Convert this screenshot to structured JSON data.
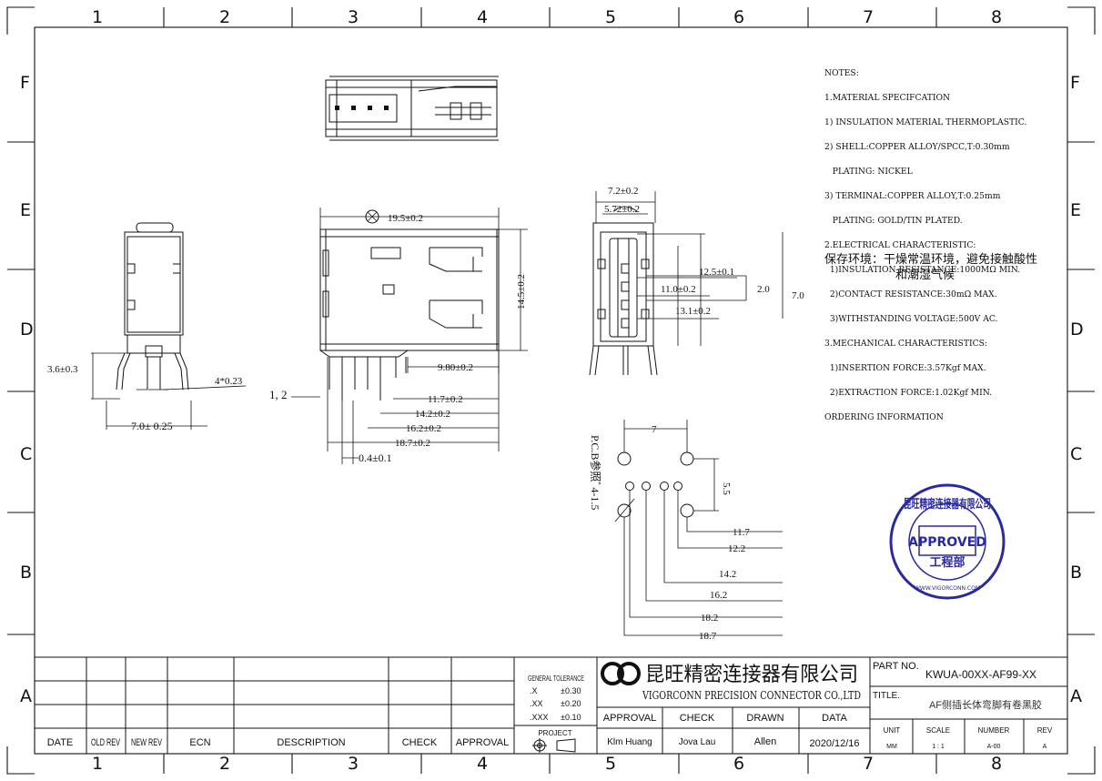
{
  "zones": {
    "columns": [
      "1",
      "2",
      "3",
      "4",
      "5",
      "6",
      "7",
      "8"
    ],
    "rows": [
      "F",
      "E",
      "D",
      "C",
      "B",
      "A"
    ]
  },
  "notes": [
    "NOTES:",
    "1.MATERIAL SPECIFCATION",
    "1) INSULATION MATERIAL THERMOPLASTIC.",
    "2) SHELL:COPPER ALLOY/SPCC,T:0.30mm",
    "   PLATING: NICKEL",
    "3) TERMINAL:COPPER ALLOY,T:0.25mm",
    "   PLATING: GOLD/TIN PLATED.",
    "2.ELECTRICAL CHARACTERISTIC:",
    "  1)INSULATION RESISTANCE:1000MΩ MIN.",
    "  2)CONTACT RESISTANCE:30mΩ MAX.",
    "  3)WITHSTANDING VOLTAGE:500V AC.",
    "3.MECHANICAL CHARACTERISTICS:",
    "  1)INSERTION FORCE:3.57Kgf MAX.",
    "  2)EXTRACTION FORCE:1.02Kgf MIN.",
    "ORDERING INFORMATION"
  ],
  "storage": {
    "line1": "保存环境：干燥常温环境，避免接触酸性",
    "line2": "和潮湿气候"
  },
  "dims": {
    "side_width": "7.0± 0.25",
    "side_3_6": "3.6±0.3",
    "side_pin": "4*0.23",
    "front_19_5": "19.5±0.2",
    "front_14_5": "14.5±0.2",
    "front_9_80": "9.80±0.2",
    "front_11_7": "11.7±0.2",
    "front_14_2": "14.2±0.2",
    "front_16_2": "16.2±0.2",
    "front_18_7": "18.7±0.2",
    "front_0_4": "0.4±0.1",
    "front_pins": "1, 2",
    "end_7_2": "7.2±0.2",
    "end_5_72": "5.72±0.2",
    "end_12_5": "12.5±0.1",
    "end_11_0": "11.0±0.2",
    "end_2_0": "2.0",
    "end_7_0": "7.0",
    "end_13_1": "13.1±0.2",
    "pcb_label": "P.C.B参照ﾞ4-1.5",
    "pcb_7": "7",
    "pcb_5_5": "5.5",
    "pcb_11_7": "11.7",
    "pcb_12_2": "12.2",
    "pcb_14_2": "14.2",
    "pcb_16_2": "16.2",
    "pcb_18_2": "18.2",
    "pcb_18_7": "18.7",
    "pcb_hole": "4-1.5"
  },
  "stamp": {
    "ring_text": "昆旺精密连接器有限公司",
    "center": "APPROVED",
    "dept": "工程部",
    "url": "WWW.VIGORCONN.COM"
  },
  "revision_table": {
    "headers": [
      "DATE",
      "OLD REV",
      "NEW REV",
      "ECN",
      "DESCRIPTION",
      "CHECK",
      "APPROVAL"
    ]
  },
  "tolerance": {
    "title": "GENERAL TOLERANCE",
    "rows": [
      [
        ".X",
        "±0.30"
      ],
      [
        ".XX",
        "±0.20"
      ],
      [
        ".XXX",
        "±0.10"
      ]
    ],
    "project": "PROJECT"
  },
  "company": {
    "cn": "昆旺精密连接器有限公司",
    "en": "VIGORCONN PRECISION CONNECTOR CO.,LTD"
  },
  "signoff": {
    "headers": [
      "APPROVAL",
      "CHECK",
      "DRAWN",
      "DATA"
    ],
    "values": [
      "Klm Huang",
      "Jova Lau",
      "Allen",
      "2020/12/16"
    ]
  },
  "part": {
    "label": "PART NO.",
    "value": "KWUA-00XX-AF99-XX"
  },
  "title": {
    "label": "TITLE.",
    "value": "AF侧插长体弯脚有卷黑胶"
  },
  "meta": {
    "headers": [
      "UNIT",
      "SCALE",
      "NUMBER",
      "REV"
    ],
    "values": [
      "MM",
      "1 : 1",
      "A-00",
      "A"
    ]
  }
}
